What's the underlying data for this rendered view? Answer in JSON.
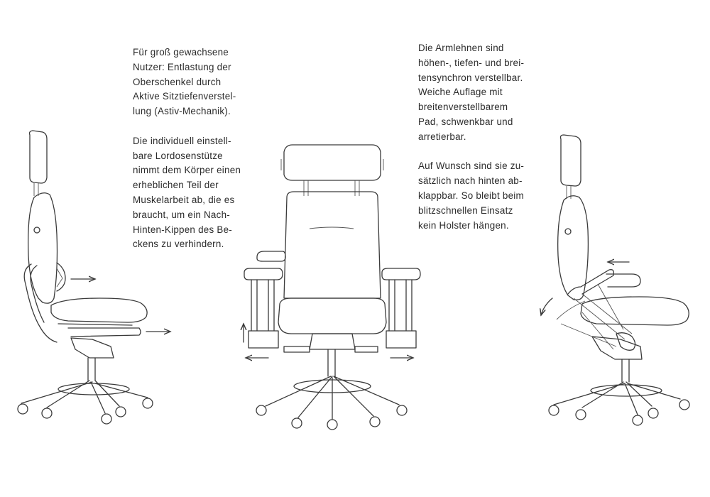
{
  "text_left": {
    "lines": [
      "Für groß gewachsene",
      "Nutzer: Entlastung der",
      "Oberschenkel durch",
      "Aktive Sitztiefenverstel-",
      "lung (Astiv-Mechanik).",
      "",
      "Die individuell einstell-",
      "bare Lordosenstütze",
      "nimmt dem Körper einen",
      "erheblichen Teil der",
      "Muskelarbeit ab, die es",
      "braucht, um ein Nach-",
      "Hinten-Kippen des Be-",
      "ckens zu verhindern."
    ]
  },
  "text_right": {
    "lines": [
      "Die Armlehnen sind",
      "höhen-, tiefen- und brei-",
      "tensynchron verstellbar.",
      "Weiche Auflage mit",
      "breitenverstellbarem",
      "Pad, schwenkbar und",
      "arretierbar.",
      "",
      "Auf Wunsch sind sie zu-",
      "sätzlich nach hinten ab-",
      "klappbar. So bleibt beim",
      "blitzschnellen Einsatz",
      "kein Holster hängen."
    ]
  },
  "colors": {
    "text": "#2b2b2b",
    "line": "#3a3a3a",
    "background": "#ffffff"
  }
}
